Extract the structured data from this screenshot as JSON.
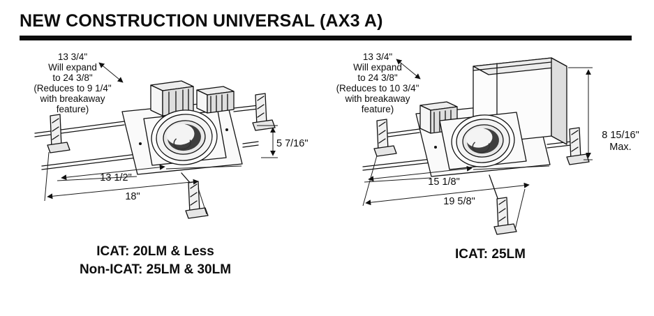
{
  "title": "NEW CONSTRUCTION UNIVERSAL (AX3 A)",
  "left_diagram": {
    "expansion_note": [
      "13 3/4\"",
      "Will expand",
      "to 24 3/8\"",
      "(Reduces to 9 1/4\"",
      "with breakaway",
      "feature)"
    ],
    "height_dimension": "5 7/16\"",
    "pan_width_dimension": "13 1/2\"",
    "overall_width_dimension": "18\"",
    "caption": [
      "ICAT: 20LM & Less",
      "Non-ICAT: 25LM & 30LM"
    ]
  },
  "right_diagram": {
    "expansion_note": [
      "13 3/4\"",
      "Will expand",
      "to 24 3/8\"",
      "(Reduces to 10 3/4\"",
      "with breakaway",
      "feature)"
    ],
    "height_dimension": [
      "8 15/16\"",
      "Max."
    ],
    "pan_width_dimension": "15 1/8\"",
    "overall_width_dimension": "19 5/8\"",
    "caption": [
      "ICAT: 25LM"
    ]
  }
}
